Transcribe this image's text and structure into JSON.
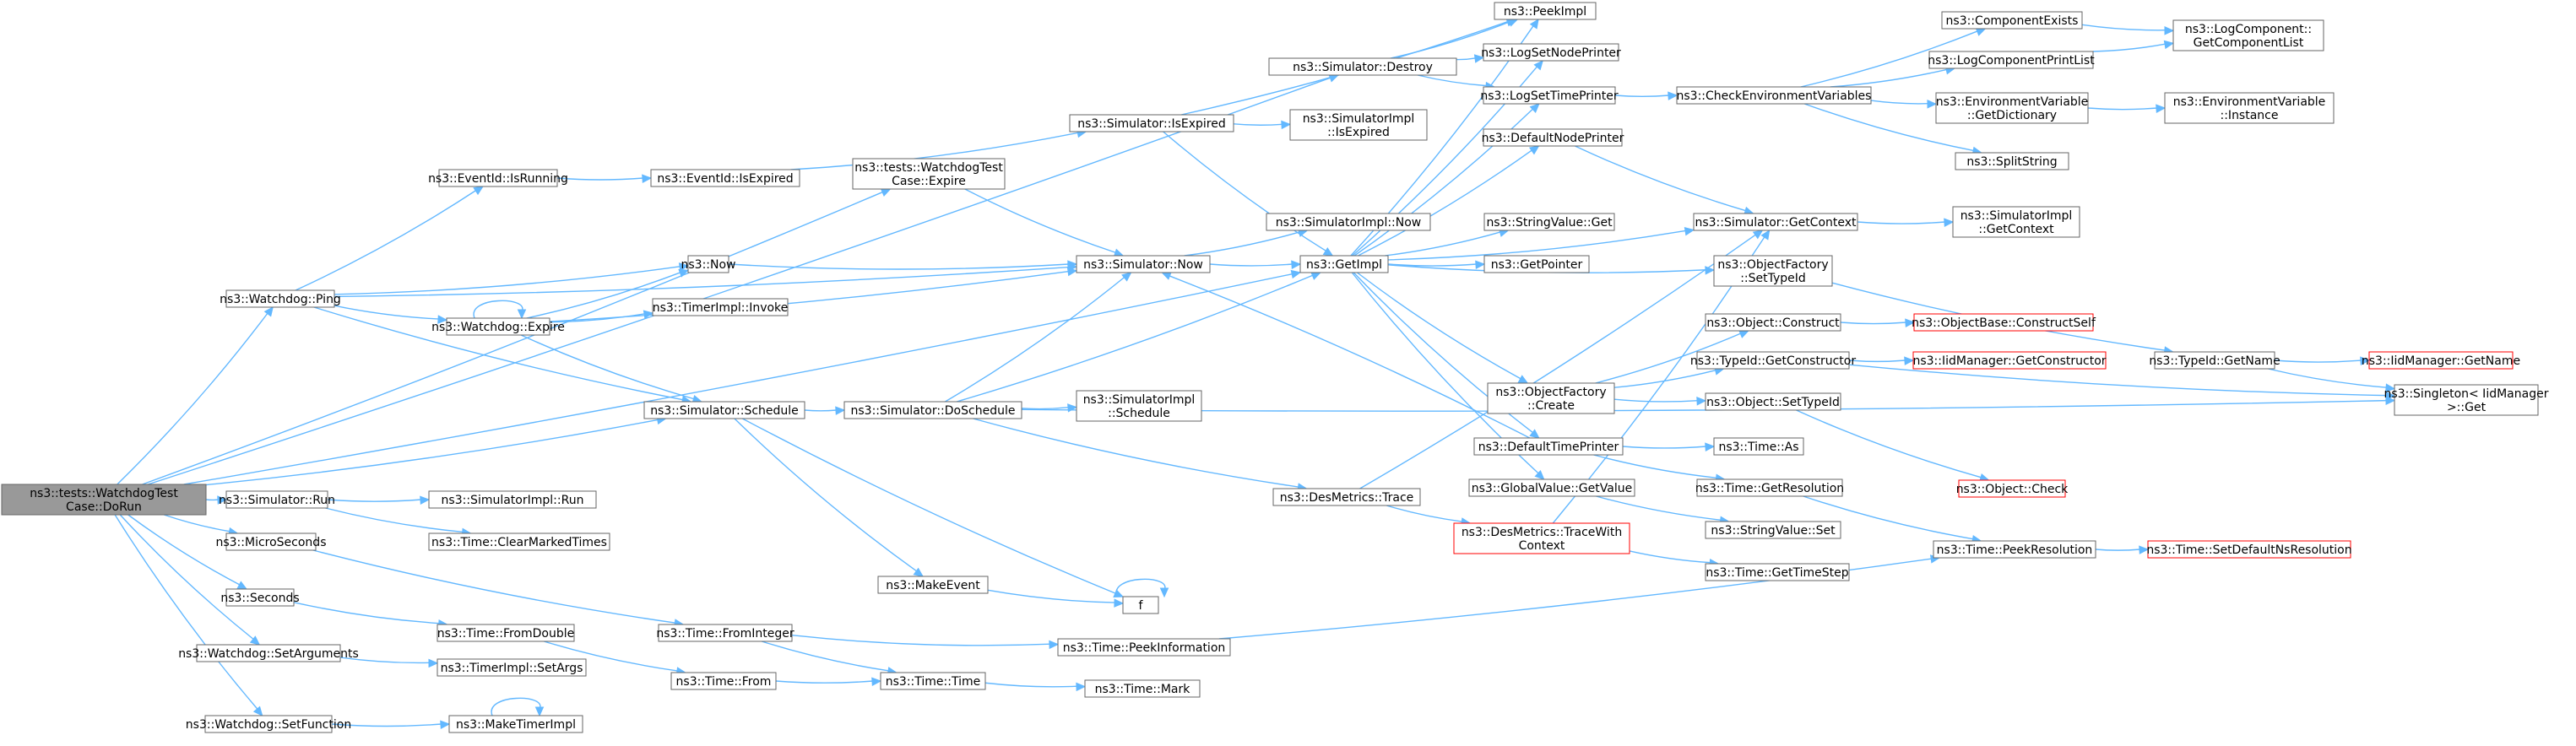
{
  "colors": {
    "edge": "#63b8ff",
    "root_fill": "#999999",
    "truncated_border": "#ff0000",
    "node_border": "#666666"
  },
  "nodes": [
    {
      "id": "doRun",
      "lines": [
        "ns3::tests::WatchdogTest",
        "Case::DoRun"
      ],
      "root": true,
      "interactable": true
    },
    {
      "id": "wdPing",
      "lines": [
        "ns3::Watchdog::Ping"
      ]
    },
    {
      "id": "simRun",
      "lines": [
        "ns3::Simulator::Run"
      ]
    },
    {
      "id": "micro",
      "lines": [
        "ns3::MicroSeconds"
      ]
    },
    {
      "id": "seconds",
      "lines": [
        "ns3::Seconds"
      ]
    },
    {
      "id": "setArgs",
      "lines": [
        "ns3::Watchdog::SetArguments"
      ]
    },
    {
      "id": "setFunc",
      "lines": [
        "ns3::Watchdog::SetFunction"
      ]
    },
    {
      "id": "evRunning",
      "lines": [
        "ns3::EventId::IsRunning"
      ]
    },
    {
      "id": "now",
      "lines": [
        "ns3::Now"
      ]
    },
    {
      "id": "wdExpire",
      "lines": [
        "ns3::Watchdog::Expire"
      ]
    },
    {
      "id": "simSchedule",
      "lines": [
        "ns3::Simulator::Schedule"
      ]
    },
    {
      "id": "simImplRun",
      "lines": [
        "ns3::SimulatorImpl::Run"
      ]
    },
    {
      "id": "clearMarked",
      "lines": [
        "ns3::Time::ClearMarkedTimes"
      ]
    },
    {
      "id": "fromDouble",
      "lines": [
        "ns3::Time::FromDouble"
      ]
    },
    {
      "id": "timerSetArgs",
      "lines": [
        "ns3::TimerImpl::SetArgs"
      ]
    },
    {
      "id": "makeTimer",
      "lines": [
        "ns3::MakeTimerImpl"
      ]
    },
    {
      "id": "evExpired",
      "lines": [
        "ns3::EventId::IsExpired"
      ]
    },
    {
      "id": "timerInvoke",
      "lines": [
        "ns3::TimerImpl::Invoke"
      ]
    },
    {
      "id": "fromInteger",
      "lines": [
        "ns3::Time::FromInteger"
      ]
    },
    {
      "id": "timeFrom",
      "lines": [
        "ns3::Time::From"
      ]
    },
    {
      "id": "testExpire",
      "lines": [
        "ns3::tests::WatchdogTest",
        "Case::Expire"
      ]
    },
    {
      "id": "simNow",
      "lines": [
        "ns3::Simulator::Now"
      ]
    },
    {
      "id": "doSchedule",
      "lines": [
        "ns3::Simulator::DoSchedule"
      ]
    },
    {
      "id": "makeEvent",
      "lines": [
        "ns3::MakeEvent"
      ]
    },
    {
      "id": "timeTime",
      "lines": [
        "ns3::Time::Time"
      ]
    },
    {
      "id": "simDestroy",
      "lines": [
        "ns3::Simulator::Destroy"
      ]
    },
    {
      "id": "simIsExpired",
      "lines": [
        "ns3::Simulator::IsExpired"
      ]
    },
    {
      "id": "f",
      "lines": [
        "f"
      ]
    },
    {
      "id": "peekInfo",
      "lines": [
        "ns3::Time::PeekInformation"
      ]
    },
    {
      "id": "simImplSched",
      "lines": [
        "ns3::SimulatorImpl",
        "::Schedule"
      ]
    },
    {
      "id": "timeMark",
      "lines": [
        "ns3::Time::Mark"
      ]
    },
    {
      "id": "simImplIsExp",
      "lines": [
        "ns3::SimulatorImpl",
        "::IsExpired"
      ]
    },
    {
      "id": "simImplNow",
      "lines": [
        "ns3::SimulatorImpl::Now"
      ]
    },
    {
      "id": "getImpl",
      "lines": [
        "ns3::GetImpl"
      ]
    },
    {
      "id": "desTrace",
      "lines": [
        "ns3::DesMetrics::Trace"
      ]
    },
    {
      "id": "peekImpl",
      "lines": [
        "ns3::PeekImpl"
      ]
    },
    {
      "id": "logNodePrinter",
      "lines": [
        "ns3::LogSetNodePrinter"
      ]
    },
    {
      "id": "logTimePrinter",
      "lines": [
        "ns3::LogSetTimePrinter"
      ]
    },
    {
      "id": "defNodePrinter",
      "lines": [
        "ns3::DefaultNodePrinter"
      ]
    },
    {
      "id": "strValGet",
      "lines": [
        "ns3::StringValue::Get"
      ]
    },
    {
      "id": "getPointer",
      "lines": [
        "ns3::GetPointer"
      ]
    },
    {
      "id": "objFactCreate",
      "lines": [
        "ns3::ObjectFactory",
        "::Create"
      ]
    },
    {
      "id": "defTimePrinter",
      "lines": [
        "ns3::DefaultTimePrinter"
      ]
    },
    {
      "id": "globalValGet",
      "lines": [
        "ns3::GlobalValue::GetValue"
      ]
    },
    {
      "id": "traceWithCtx",
      "lines": [
        "ns3::DesMetrics::TraceWith",
        "Context"
      ],
      "truncated": true
    },
    {
      "id": "checkEnv",
      "lines": [
        "ns3::CheckEnvironmentVariables"
      ]
    },
    {
      "id": "simGetCtx",
      "lines": [
        "ns3::Simulator::GetContext"
      ]
    },
    {
      "id": "objFactSetType",
      "lines": [
        "ns3::ObjectFactory",
        "::SetTypeId"
      ]
    },
    {
      "id": "objConstruct",
      "lines": [
        "ns3::Object::Construct"
      ]
    },
    {
      "id": "typeIdGetCtor",
      "lines": [
        "ns3::TypeId::GetConstructor"
      ]
    },
    {
      "id": "objSetTypeId",
      "lines": [
        "ns3::Object::SetTypeId"
      ]
    },
    {
      "id": "timeAs",
      "lines": [
        "ns3::Time::As"
      ]
    },
    {
      "id": "timeGetRes",
      "lines": [
        "ns3::Time::GetResolution"
      ]
    },
    {
      "id": "strValSet",
      "lines": [
        "ns3::StringValue::Set"
      ]
    },
    {
      "id": "timeGetStep",
      "lines": [
        "ns3::Time::GetTimeStep"
      ]
    },
    {
      "id": "compExists",
      "lines": [
        "ns3::ComponentExists"
      ]
    },
    {
      "id": "logCompPrint",
      "lines": [
        "ns3::LogComponentPrintList"
      ]
    },
    {
      "id": "envGetDict",
      "lines": [
        "ns3::EnvironmentVariable",
        "::GetDictionary"
      ]
    },
    {
      "id": "splitString",
      "lines": [
        "ns3::SplitString"
      ]
    },
    {
      "id": "simImplGetCtx",
      "lines": [
        "ns3::SimulatorImpl",
        "::GetContext"
      ]
    },
    {
      "id": "constructSelf",
      "lines": [
        "ns3::ObjectBase::ConstructSelf"
      ],
      "truncated": true
    },
    {
      "id": "iidGetCtor",
      "lines": [
        "ns3::IidManager::GetConstructor"
      ],
      "truncated": true
    },
    {
      "id": "objCheck",
      "lines": [
        "ns3::Object::Check"
      ],
      "truncated": true
    },
    {
      "id": "peekRes",
      "lines": [
        "ns3::Time::PeekResolution"
      ]
    },
    {
      "id": "logCompList",
      "lines": [
        "ns3::LogComponent::",
        "GetComponentList"
      ]
    },
    {
      "id": "envInstance",
      "lines": [
        "ns3::EnvironmentVariable",
        "::Instance"
      ]
    },
    {
      "id": "typeIdGetName",
      "lines": [
        "ns3::TypeId::GetName"
      ]
    },
    {
      "id": "setDefaultRes",
      "lines": [
        "ns3::Time::SetDefaultNsResolution"
      ],
      "truncated": true
    },
    {
      "id": "iidGetName",
      "lines": [
        "ns3::IidManager::GetName"
      ],
      "truncated": true
    },
    {
      "id": "singletonGet",
      "lines": [
        "ns3::Singleton< IidManager",
        ">::Get"
      ]
    }
  ],
  "edges": [
    [
      "doRun",
      "wdPing"
    ],
    [
      "doRun",
      "simRun"
    ],
    [
      "doRun",
      "micro"
    ],
    [
      "doRun",
      "seconds"
    ],
    [
      "doRun",
      "setArgs"
    ],
    [
      "doRun",
      "setFunc"
    ],
    [
      "doRun",
      "simSchedule"
    ],
    [
      "doRun",
      "testExpire"
    ],
    [
      "doRun",
      "simDestroy"
    ],
    [
      "doRun",
      "getImpl"
    ],
    [
      "wdPing",
      "evRunning"
    ],
    [
      "wdPing",
      "now"
    ],
    [
      "wdPing",
      "wdExpire"
    ],
    [
      "wdPing",
      "simSchedule"
    ],
    [
      "wdPing",
      "simNow"
    ],
    [
      "simRun",
      "simImplRun"
    ],
    [
      "simRun",
      "clearMarked"
    ],
    [
      "micro",
      "fromInteger"
    ],
    [
      "seconds",
      "fromDouble"
    ],
    [
      "setArgs",
      "timerSetArgs"
    ],
    [
      "setFunc",
      "makeTimer"
    ],
    [
      "makeTimer",
      "makeTimer"
    ],
    [
      "evRunning",
      "evExpired"
    ],
    [
      "evExpired",
      "simIsExpired"
    ],
    [
      "now",
      "simNow"
    ],
    [
      "wdExpire",
      "wdExpire"
    ],
    [
      "wdExpire",
      "now"
    ],
    [
      "wdExpire",
      "timerInvoke"
    ],
    [
      "wdExpire",
      "simSchedule"
    ],
    [
      "wdExpire",
      "simNow"
    ],
    [
      "simSchedule",
      "doSchedule"
    ],
    [
      "simSchedule",
      "makeEvent"
    ],
    [
      "simSchedule",
      "f"
    ],
    [
      "fromDouble",
      "timeFrom"
    ],
    [
      "fromInteger",
      "timeTime"
    ],
    [
      "fromInteger",
      "peekInfo"
    ],
    [
      "timeFrom",
      "timeTime"
    ],
    [
      "timeTime",
      "timeMark"
    ],
    [
      "testExpire",
      "simNow"
    ],
    [
      "simNow",
      "getImpl"
    ],
    [
      "simNow",
      "simImplNow"
    ],
    [
      "doSchedule",
      "simNow"
    ],
    [
      "doSchedule",
      "getImpl"
    ],
    [
      "doSchedule",
      "simImplSched"
    ],
    [
      "doSchedule",
      "desTrace"
    ],
    [
      "doSchedule",
      "singletonGet"
    ],
    [
      "makeEvent",
      "f"
    ],
    [
      "f",
      "f"
    ],
    [
      "simDestroy",
      "peekImpl"
    ],
    [
      "simDestroy",
      "logNodePrinter"
    ],
    [
      "simDestroy",
      "logTimePrinter"
    ],
    [
      "simIsExpired",
      "simImplIsExp"
    ],
    [
      "simIsExpired",
      "getImpl"
    ],
    [
      "simIsExpired",
      "peekImpl"
    ],
    [
      "getImpl",
      "peekImpl"
    ],
    [
      "getImpl",
      "logNodePrinter"
    ],
    [
      "getImpl",
      "logTimePrinter"
    ],
    [
      "getImpl",
      "defNodePrinter"
    ],
    [
      "getImpl",
      "strValGet"
    ],
    [
      "getImpl",
      "getPointer"
    ],
    [
      "getImpl",
      "objFactSetType"
    ],
    [
      "getImpl",
      "objFactCreate"
    ],
    [
      "getImpl",
      "defTimePrinter"
    ],
    [
      "getImpl",
      "globalValGet"
    ],
    [
      "getImpl",
      "simGetCtx"
    ],
    [
      "desTrace",
      "traceWithCtx"
    ],
    [
      "desTrace",
      "simGetCtx"
    ],
    [
      "traceWithCtx",
      "simGetCtx"
    ],
    [
      "traceWithCtx",
      "timeGetStep"
    ],
    [
      "logTimePrinter",
      "checkEnv"
    ],
    [
      "defNodePrinter",
      "simGetCtx"
    ],
    [
      "checkEnv",
      "compExists"
    ],
    [
      "checkEnv",
      "logCompPrint"
    ],
    [
      "checkEnv",
      "envGetDict"
    ],
    [
      "checkEnv",
      "splitString"
    ],
    [
      "compExists",
      "logCompList"
    ],
    [
      "logCompPrint",
      "logCompList"
    ],
    [
      "envGetDict",
      "envInstance"
    ],
    [
      "simGetCtx",
      "simImplGetCtx"
    ],
    [
      "objFactSetType",
      "typeIdGetName"
    ],
    [
      "objFactCreate",
      "objConstruct"
    ],
    [
      "objFactCreate",
      "typeIdGetCtor"
    ],
    [
      "objFactCreate",
      "objSetTypeId"
    ],
    [
      "objConstruct",
      "constructSelf"
    ],
    [
      "typeIdGetCtor",
      "iidGetCtor"
    ],
    [
      "typeIdGetCtor",
      "singletonGet"
    ],
    [
      "objSetTypeId",
      "objCheck"
    ],
    [
      "defTimePrinter",
      "timeAs"
    ],
    [
      "defTimePrinter",
      "timeGetRes"
    ],
    [
      "defTimePrinter",
      "simNow"
    ],
    [
      "globalValGet",
      "strValSet"
    ],
    [
      "timeGetRes",
      "peekRes"
    ],
    [
      "peekInfo",
      "peekRes"
    ],
    [
      "peekRes",
      "setDefaultRes"
    ],
    [
      "typeIdGetName",
      "iidGetName"
    ],
    [
      "typeIdGetName",
      "singletonGet"
    ]
  ]
}
